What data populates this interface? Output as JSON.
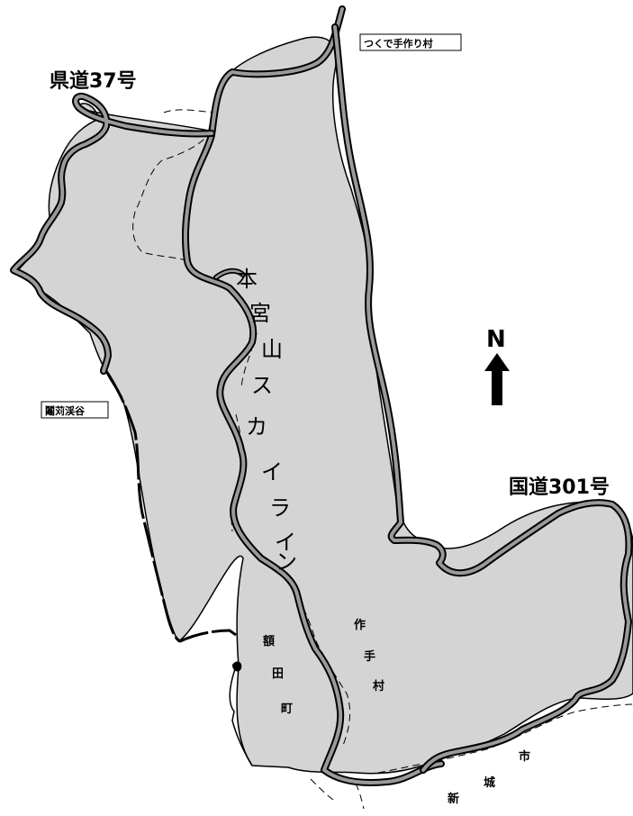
{
  "labels": {
    "route_37": "県道37号",
    "route_301": "国道301号",
    "tsukude": "つくで手作り村",
    "keikoku": "鬮苅渓谷",
    "north": "N",
    "skyline": [
      "本",
      "宮",
      "山",
      "ス",
      "カ",
      "イ",
      "ラ",
      "イ",
      "ン"
    ],
    "nukata": [
      "額",
      "田",
      "町"
    ],
    "sakute": [
      "作",
      "手",
      "村"
    ],
    "shinshiro": [
      "新",
      "城",
      "市"
    ]
  },
  "colors": {
    "land": "#d4d4d4",
    "road_fill": "#9a9a9a",
    "road_edge": "#000000",
    "border": "#000000"
  },
  "icons": {
    "north_arrow": "north-arrow-icon"
  }
}
